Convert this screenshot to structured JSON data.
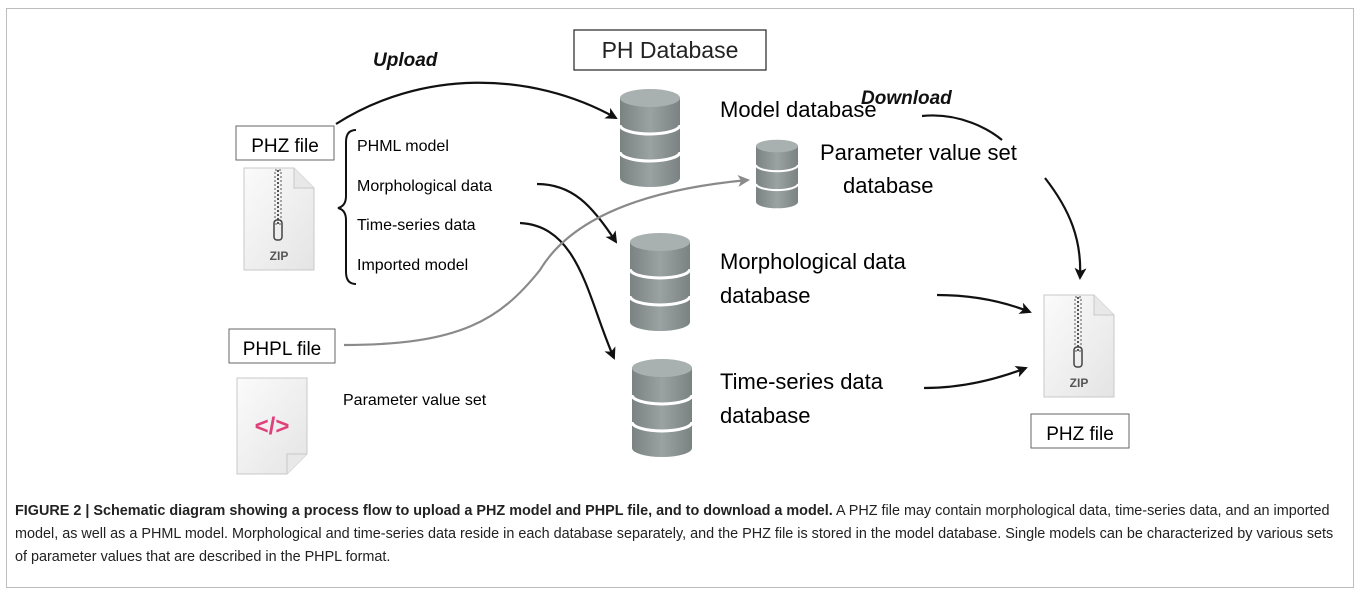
{
  "title": "PH Database",
  "flow_labels": {
    "upload": "Upload",
    "download": "Download"
  },
  "files": {
    "phz_in": "PHZ file",
    "phpl_in": "PHPL file",
    "phz_out": "PHZ file",
    "zip_label": "ZIP",
    "zip_label_out": "ZIP",
    "code_glyph": "</>",
    "parameter_value_set": "Parameter value set"
  },
  "phz_contents": [
    "PHML model",
    "Morphological data",
    "Time-series data",
    "Imported model"
  ],
  "databases": {
    "model": [
      "Model database"
    ],
    "parameter": [
      "Parameter value set",
      "database"
    ],
    "morphological": [
      "Morphological data",
      "database"
    ],
    "timeseries": [
      "Time-series data",
      "database"
    ]
  },
  "caption": {
    "bold": "FIGURE 2 | Schematic diagram showing a process flow to upload a PHZ model and PHPL file, and to download a model.",
    "text": " A PHZ file may contain morphological data, time-series data, and an imported model, as well as a PHML model. Morphological and time-series data reside in each database separately, and the PHZ file is stored in the model database. Single models can be characterized by various sets of parameter values that are described in the PHPL format."
  },
  "colors": {
    "db_gray": "#8c9494",
    "arrow": "#111111",
    "phpl_arrow": "#8a8a8a",
    "code": "#e0407a"
  }
}
